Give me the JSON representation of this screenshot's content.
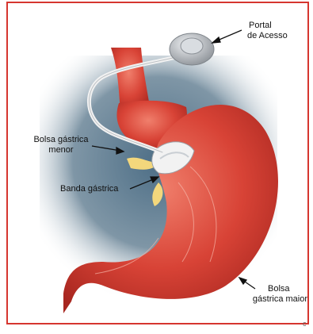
{
  "labels": {
    "portal": {
      "line1": "Portal",
      "line2": "de Acesso"
    },
    "bolsa_menor": {
      "line1": "Bolsa gástrica",
      "line2": "menor"
    },
    "banda": {
      "text": "Banda gástrica"
    },
    "bolsa_maior": {
      "line1": "Bolsa",
      "line2": "gástrica maior"
    },
    "corner_mark": "c"
  },
  "colors": {
    "frame": "#d6362f",
    "background": "#ffffff",
    "backdrop": "#7f96a6",
    "stomach": "#d84336",
    "stomach_highlight": "#f07f6c",
    "band": "#f2f2f2",
    "port": "#b9bdc2"
  }
}
